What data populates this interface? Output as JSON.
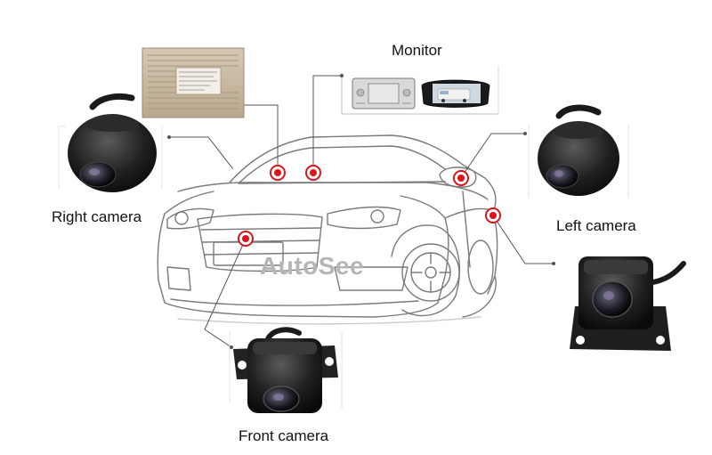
{
  "labels": {
    "monitor": "Monitor",
    "right_camera": "Right camera",
    "left_camera": "Left camera",
    "front_camera": "Front camera"
  },
  "watermark": "AutoSee",
  "colors": {
    "marker_red": "#d8141c",
    "line_gray": "#555555",
    "car_outline": "#7a7a7a",
    "camera_body": "#1d1d1d",
    "ecu_box": "#cbbba4"
  },
  "icons": {
    "ecu": "control-box",
    "monitor_dash": "dashboard-monitor-icon",
    "monitor_mirror": "rearview-mirror-monitor-icon",
    "camera_round": "round-mirror-camera-icon",
    "camera_bracket": "bracket-camera-icon"
  }
}
